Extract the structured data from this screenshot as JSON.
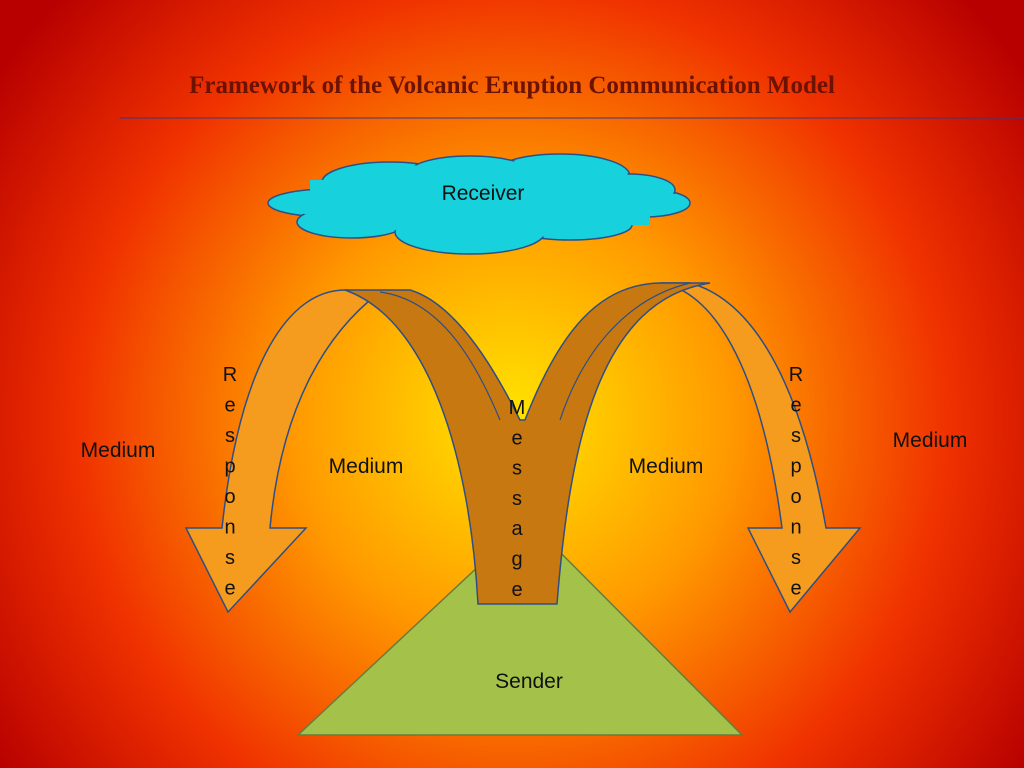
{
  "title": "Framework of  the Volcanic Eruption Communication Model",
  "nodes": {
    "receiver": "Receiver",
    "sender": "Sender",
    "message": "Message",
    "response_left": "Response",
    "response_right": "Response"
  },
  "medium_labels": [
    "Medium",
    "Medium",
    "Medium",
    "Medium"
  ],
  "colors": {
    "background_center": "#ffe000",
    "background_edge": "#c80000",
    "cloud": "#17d2dc",
    "volcano": "#a4c24a",
    "message_arrow": "#c87810",
    "response_arrow": "#f59c1e",
    "outline": "#2d4f86"
  }
}
